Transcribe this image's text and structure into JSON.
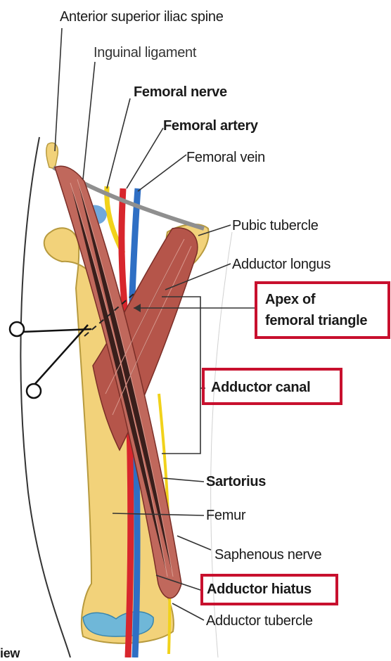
{
  "labels": {
    "asis": "Anterior superior iliac spine",
    "inguinal": "Inguinal ligament",
    "femoral_nerve": "Femoral nerve",
    "femoral_artery": "Femoral artery",
    "femoral_vein": "Femoral vein",
    "pubic_tubercle": "Pubic tubercle",
    "adductor_longus": "Adductor longus",
    "apex_line1": "Apex of",
    "apex_line2": "femoral triangle",
    "adductor_canal": "Adductor canal",
    "sartorius": "Sartorius",
    "femur": "Femur",
    "saphenous": "Saphenous nerve",
    "adductor_hiatus": "Adductor hiatus",
    "adductor_tubercle": "Adductor tubercle",
    "view_fragment": "iew"
  },
  "colors": {
    "highlight_box": "#c8102e",
    "bone": "#f2d27a",
    "muscle": "#b5554a",
    "artery": "#d8262d",
    "vein": "#2f6fc4",
    "nerve": "#f1d21b"
  }
}
